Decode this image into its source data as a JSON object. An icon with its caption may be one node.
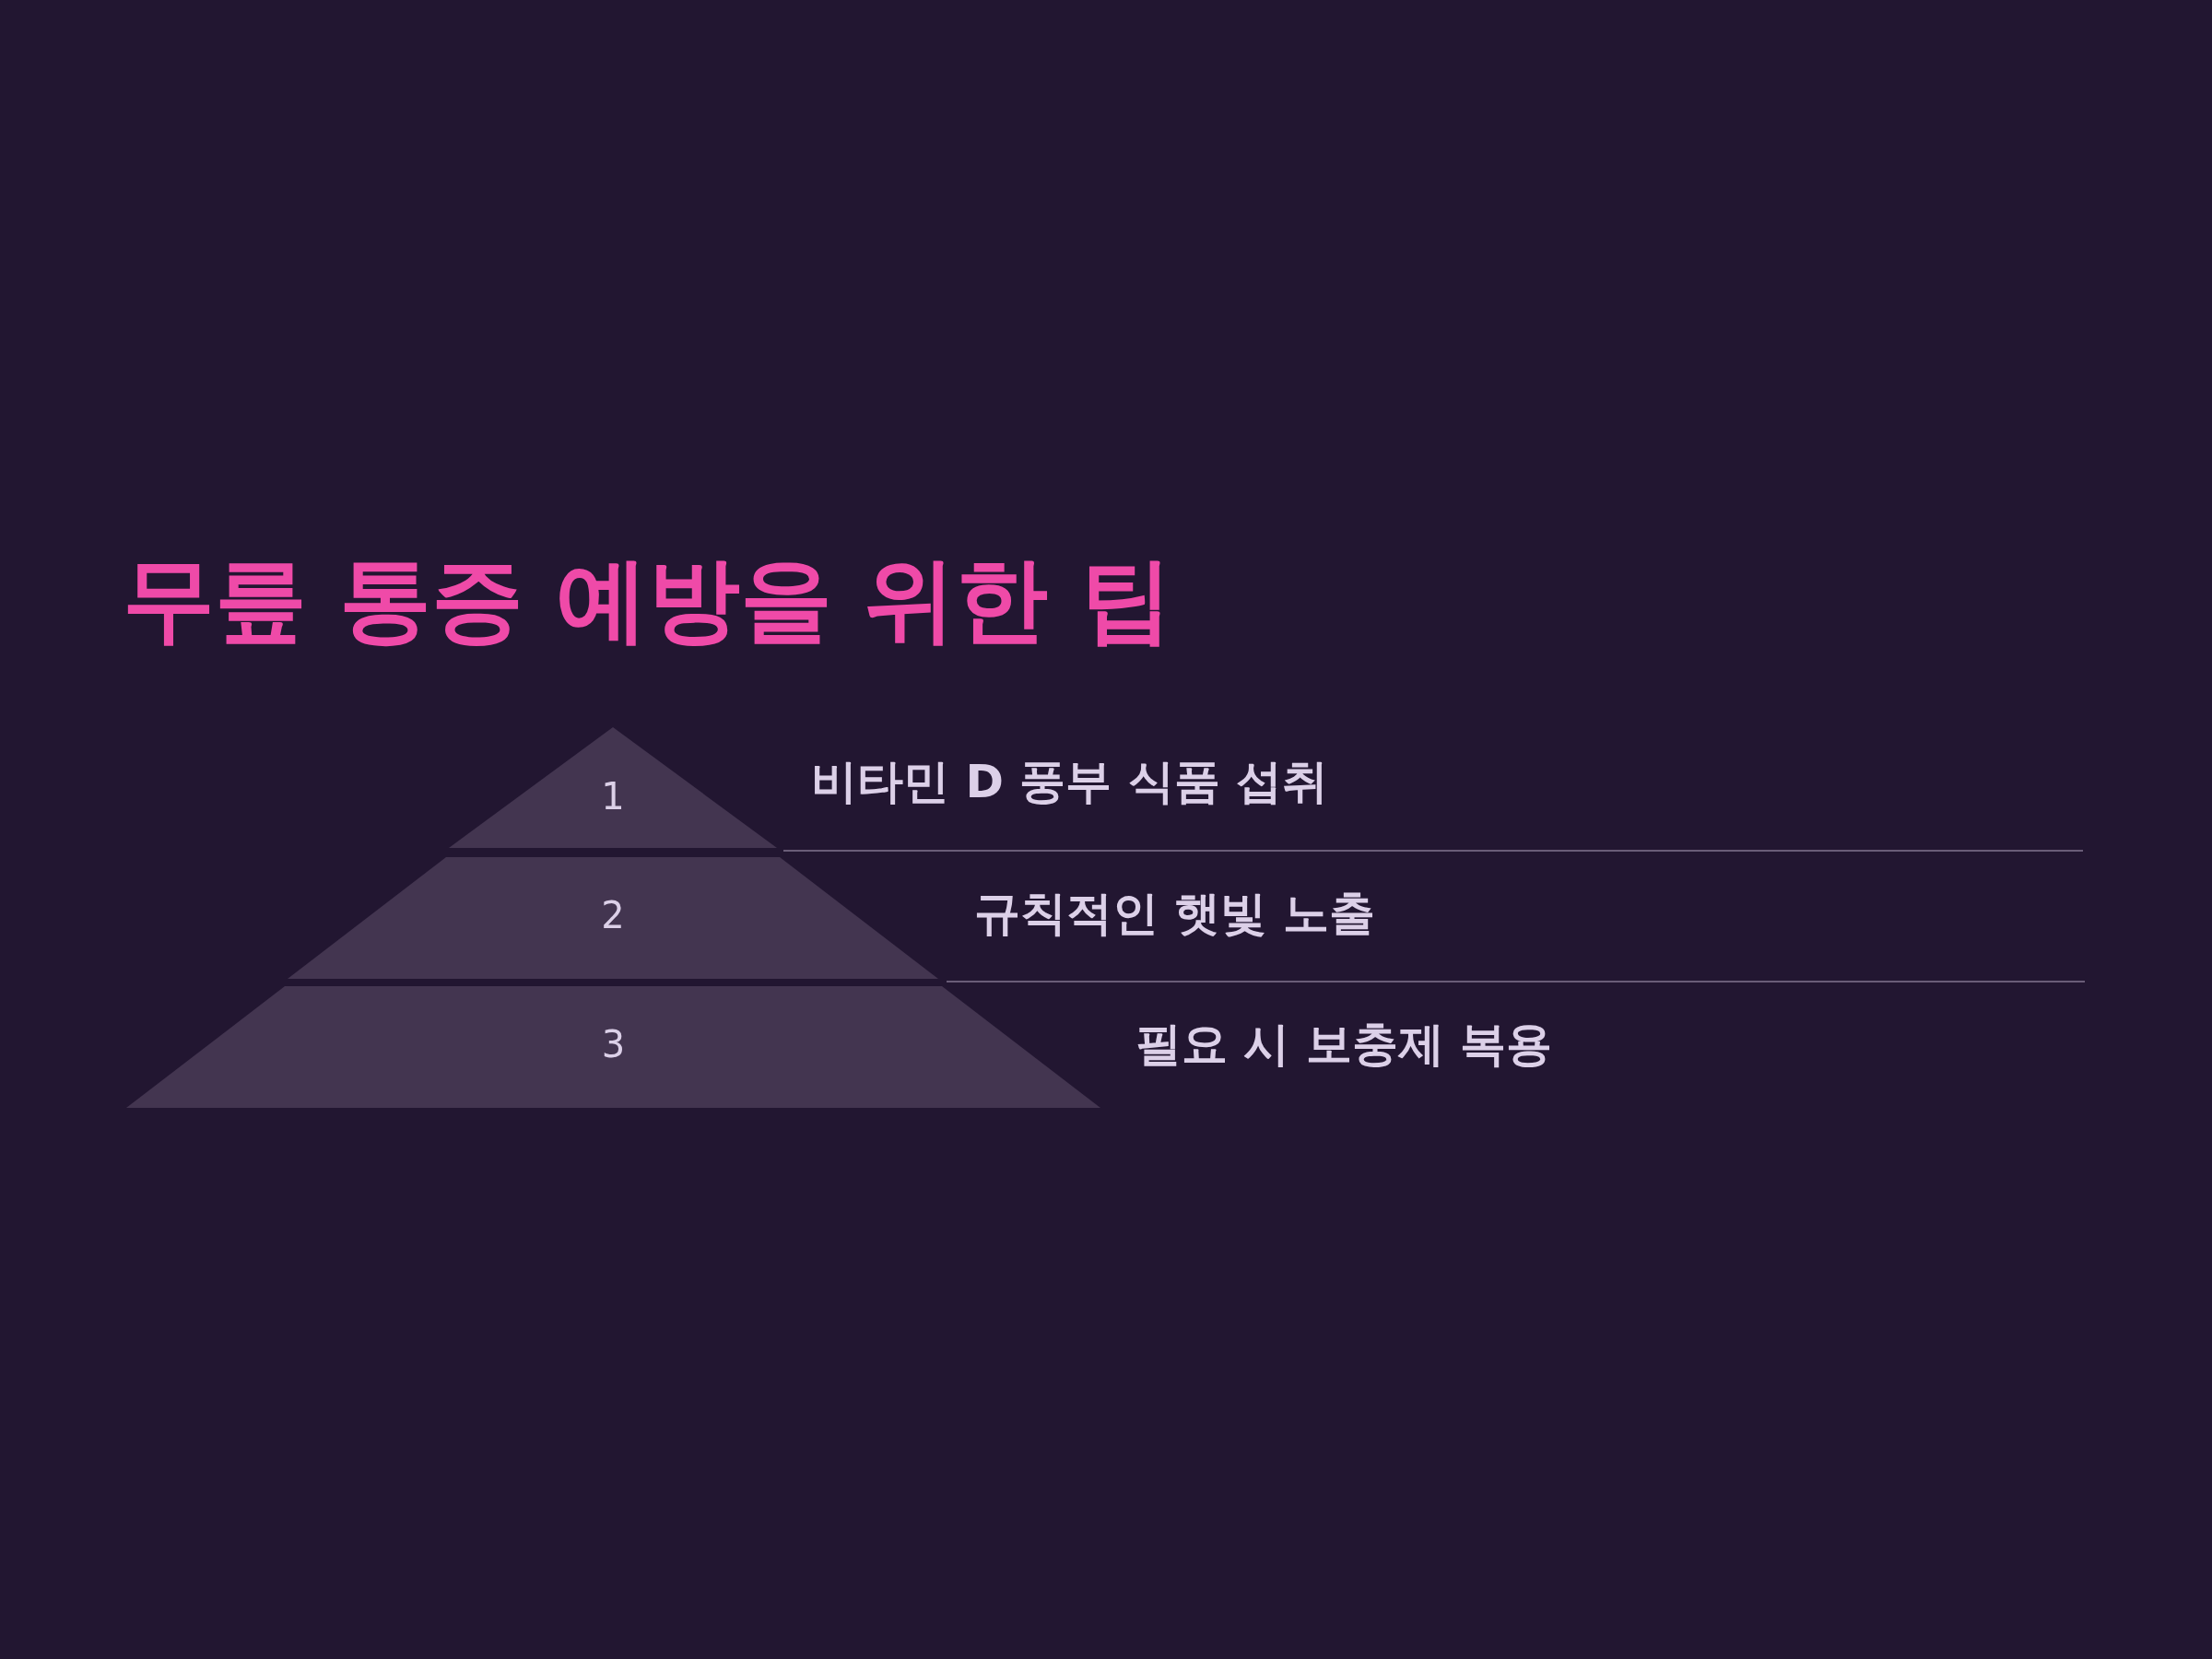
{
  "diagram": {
    "title": "무릎 통증 예방을 위한 팁",
    "nodes": [
      {
        "text": [
          "1"
        ],
        "beside": [
          "비타민 D 풍부 식품 섭취"
        ]
      },
      {
        "text": [
          "2"
        ],
        "beside": [
          "규칙적인 햇빛 노출"
        ]
      },
      {
        "text": [
          "3"
        ],
        "beside": [
          "필요 시 보충제 복용"
        ]
      }
    ],
    "edges": []
  }
}
